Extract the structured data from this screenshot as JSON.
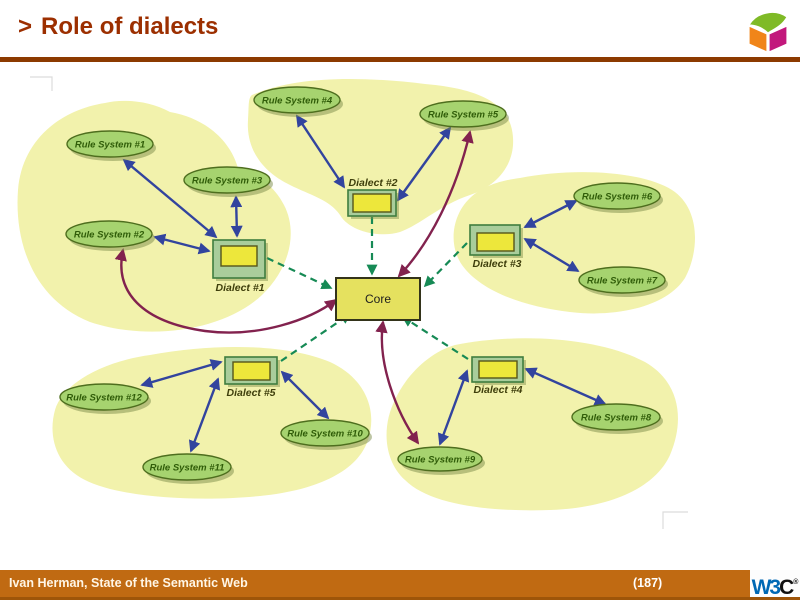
{
  "slide": {
    "title_prefix": ">",
    "title": "Role of dialects"
  },
  "footer": {
    "credit": "Ivan Herman, State of the Semantic Web",
    "page_number": "(187)",
    "w3c": {
      "w3": "W3",
      "c": "C",
      "mark": "®"
    }
  },
  "diagram": {
    "core": {
      "label": "Core"
    },
    "dialects": [
      {
        "label": "Dialect #1"
      },
      {
        "label": "Dialect #2"
      },
      {
        "label": "Dialect #3"
      },
      {
        "label": "Dialect #4"
      },
      {
        "label": "Dialect #5"
      }
    ],
    "rule_systems": [
      {
        "label": "Rule System #1"
      },
      {
        "label": "Rule System #2"
      },
      {
        "label": "Rule System #3"
      },
      {
        "label": "Rule System #4"
      },
      {
        "label": "Rule System #5"
      },
      {
        "label": "Rule System #6"
      },
      {
        "label": "Rule System #7"
      },
      {
        "label": "Rule System #8"
      },
      {
        "label": "Rule System #9"
      },
      {
        "label": "Rule System #10"
      },
      {
        "label": "Rule System #11"
      },
      {
        "label": "Rule System #12"
      }
    ],
    "edges": {
      "blue_bidirectional": [
        [
          "Dialect #1",
          "Rule System #1"
        ],
        [
          "Dialect #1",
          "Rule System #2"
        ],
        [
          "Dialect #1",
          "Rule System #3"
        ],
        [
          "Dialect #2",
          "Rule System #4"
        ],
        [
          "Dialect #2",
          "Rule System #5"
        ],
        [
          "Dialect #3",
          "Rule System #6"
        ],
        [
          "Dialect #3",
          "Rule System #7"
        ],
        [
          "Dialect #4",
          "Rule System #8"
        ],
        [
          "Dialect #4",
          "Rule System #9"
        ],
        [
          "Dialect #5",
          "Rule System #10"
        ],
        [
          "Dialect #5",
          "Rule System #11"
        ],
        [
          "Dialect #5",
          "Rule System #12"
        ]
      ],
      "green_dashed_to_core": [
        "Dialect #1",
        "Dialect #2",
        "Dialect #3",
        "Dialect #4",
        "Dialect #5"
      ],
      "maroon_bidirectional": [
        [
          "Core",
          "Rule System #2"
        ],
        [
          "Core",
          "Rule System #5"
        ],
        [
          "Core",
          "Rule System #9"
        ]
      ]
    }
  },
  "colors": {
    "title_text": "#9C2F00",
    "header_rule": "#8C3A00",
    "footer_bar": "#C06A12",
    "footer_text": "#FFF6E6",
    "blob_fill": "#F2F2AC",
    "ellipse_fill": "#A6D36F",
    "ellipse_border": "#4E6E1E",
    "ellipse_text": "#2F5C08",
    "dialect_box_fill": "#A9CD9B",
    "dialect_inner_fill": "#EDE73B",
    "core_fill": "#E5E15F",
    "blue_arrow": "#32449E",
    "maroon_arrow": "#82224E",
    "green_dashed": "#168A55",
    "w3c_blue": "#0068B4",
    "logo_orange": "#F08519",
    "logo_magenta": "#C2187C",
    "logo_green": "#7FBA26"
  }
}
